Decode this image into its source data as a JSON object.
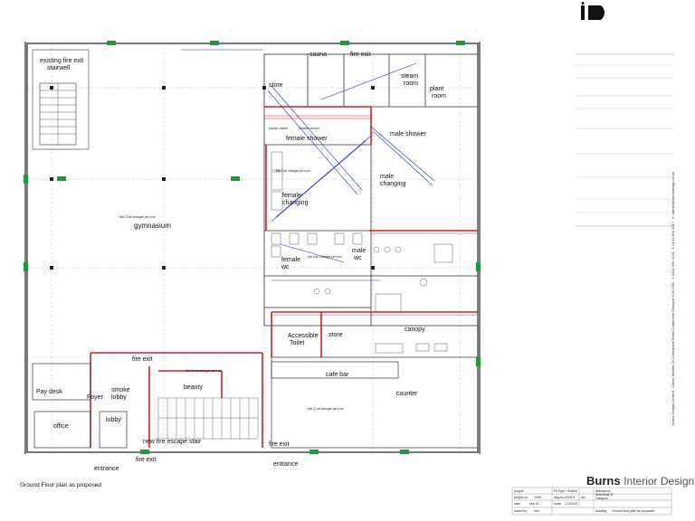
{
  "drawing": {
    "title": "Ground Floor plan as proposed"
  },
  "rooms": {
    "fire_exit_stairwell": "existing fire exit\nstairwell",
    "gymnasium": "gymnasium",
    "sauna": "sauna",
    "fire_exit_top": "fire exit",
    "steam_room": "steam\nroom",
    "plant_room": "plant\nroom",
    "store_top": "store",
    "female_shower": "female shower",
    "male_shower": "male shower",
    "female_changing": "female\nchanging",
    "male_changing": "male\nchanging",
    "female_wc": "female\nwc",
    "male_wc": "male\nwc",
    "accessible_toilet": "Accessible\nToilet",
    "store_mid": "store",
    "canopy": "canopy",
    "cafe_bar": "cafe bar",
    "counter": "counter",
    "pay_desk": "Pay desk",
    "foyer": "Foyer",
    "smoke_lobby": "smoke\nlobby",
    "beauty": "beauty",
    "lobby": "lobby",
    "office": "office",
    "fire_exit_left": "fire exit",
    "new_fire_escape_stair": "new fire escape stair",
    "fire_exit_bottom_mid": "fire exit",
    "fire_exit_bottom_right": "fire exit",
    "entrance_left": "entrance",
    "entrance_right": "entrance"
  },
  "labels": {
    "changes_per_hour": "Min 8 air changes per hour",
    "changes_per_hour_10": "Min 10 air changes per hour",
    "changes_per_hour_12": "Min 12 air changes per hour",
    "shower_cubicle": "shower cubicle",
    "disabled_shower": "disabled shower"
  },
  "title_block": {
    "logo_text": "iD",
    "brand_name": "Burns",
    "brand_suffix": "Interior Design",
    "project_label": "project",
    "drawing_label": "drawing",
    "drawing_value": "Ground floor plan as proposed",
    "project_value": "Fit Gym / Shilton",
    "job_no_label": "project no",
    "job_no_value": "1045",
    "dwg_no_label": "dwg no",
    "dwg_no_value": "03/01/1",
    "rev_label": "rev",
    "scale_label": "scale",
    "scale_value": "1:100 A3",
    "date_label": "date",
    "date_value": "sep 10",
    "drawn_label": "drawn by",
    "drawn_value": "mm",
    "location_value": "Alterations\nShieldhall St\nGlasgow",
    "vertical_note": "Burns Design Limited . Clieve Mackie 25 Comhinnlia Road Coaterside Glasgow G14 1SU . t: 0141 950 4231 . f: 0141 954 2017 . e: admin@burnsdesign.co.uk"
  },
  "colors": {
    "wall": "#222222",
    "blue_annotation": "#2233cc",
    "red_hatch": "#cc2222",
    "green_door": "#1a9a3a",
    "grid": "#9a9a9a"
  }
}
